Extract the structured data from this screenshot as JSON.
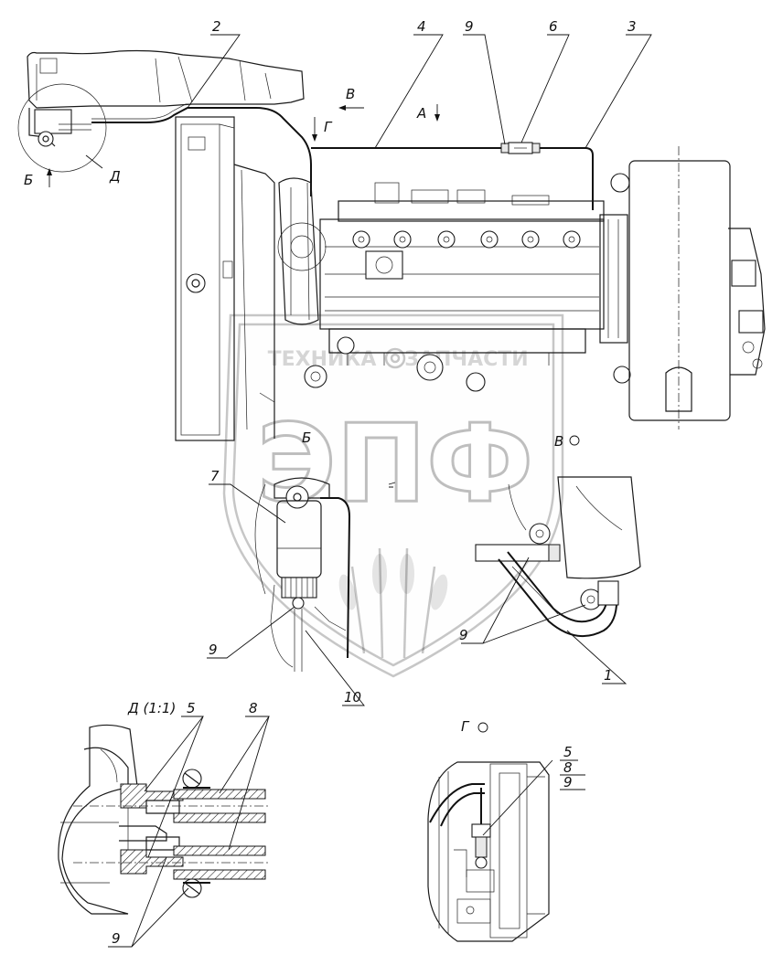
{
  "callouts": {
    "n1": "1",
    "n2": "2",
    "n3": "3",
    "n4": "4",
    "n5": "5",
    "n6": "6",
    "n7": "7",
    "n8": "8",
    "n9": "9",
    "n10": "10"
  },
  "view_marks": {
    "A": "А",
    "B_arrow": "Б",
    "V_arrow": "В",
    "G_arrow": "Г",
    "D_circle": "Д",
    "B_view": "Б",
    "V_view": "В",
    "detail_D": "Д (1:1)",
    "view_G": "Г"
  },
  "detail_G_stack": [
    "5",
    "8",
    "9"
  ],
  "watermark": {
    "line1_left": "ТЕХНИКА",
    "line1_right": "ЗАПЧАСТИ",
    "logo": "ЭПФ"
  }
}
